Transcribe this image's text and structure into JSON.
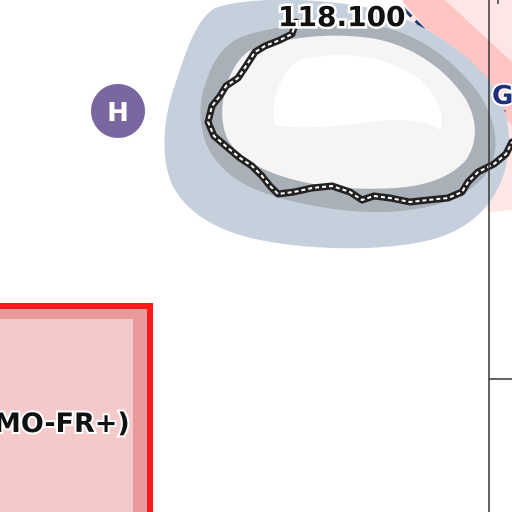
{
  "map": {
    "frequency_label": "118.100",
    "zone_label": "MO-FR+)",
    "edge_label": "G",
    "heliport_symbol": "H",
    "colors": {
      "restricted_border": "#ff1a1a",
      "restricted_fill": "#f4c9c9",
      "restricted_inner": "#ea9a9a",
      "halo": "#c5d0dc",
      "island_ring": "#a9b0b8",
      "island_fill": "#f5f5f6",
      "coastline": "#222222",
      "ctr_fill": "#ffd1d1",
      "ctr_border": "#1f3d6e",
      "heliport": "#7a67a0",
      "grid_line": "#333333"
    }
  }
}
